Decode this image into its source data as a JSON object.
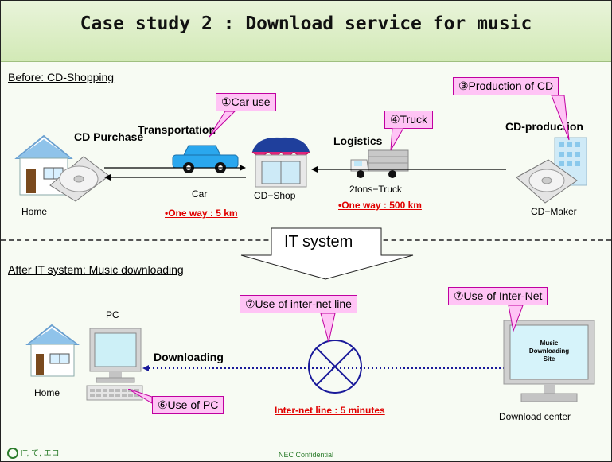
{
  "title": "Case study 2 : Download service for music",
  "before": {
    "section_label": "Before: CD-Shopping",
    "home_label": "Home",
    "cd_purchase": "CD Purchase",
    "transportation": "Transportation",
    "car_label": "Car",
    "car_distance": "•One way : 5 km",
    "shop_label": "CD−Shop",
    "logistics": "Logistics",
    "truck_label": "2tons−Truck",
    "truck_distance": "•One way : 500 km",
    "cd_production": "CD-production",
    "maker_label": "CD−Maker",
    "callout_car": "①Car use",
    "callout_truck": "④Truck",
    "callout_production": "③Production of CD"
  },
  "it_system": "IT system",
  "after": {
    "section_label": "After IT system: Music downloading",
    "home_label": "Home",
    "pc_label": "PC",
    "downloading": "Downloading",
    "callout_pc": "⑥Use of PC",
    "callout_line": "⑦Use of inter-net line",
    "callout_internet": "⑦Use of Inter-Net",
    "internet_time": "Inter-net line : 5 minutes",
    "site_text_1": "Music",
    "site_text_2": "Downloading",
    "site_text_3": "Site",
    "download_center": "Download center"
  },
  "footer": {
    "confidential": "NEC Confidential",
    "logo_text": "IT, て, エコ"
  },
  "colors": {
    "title_bg": "#d2e9b6",
    "callout_fill": "#ffc4f5",
    "callout_border": "#c000a0",
    "car_blue": "#2aa7ee",
    "accent_red": "#e00000",
    "dotted_line": "#1a1a9a"
  }
}
